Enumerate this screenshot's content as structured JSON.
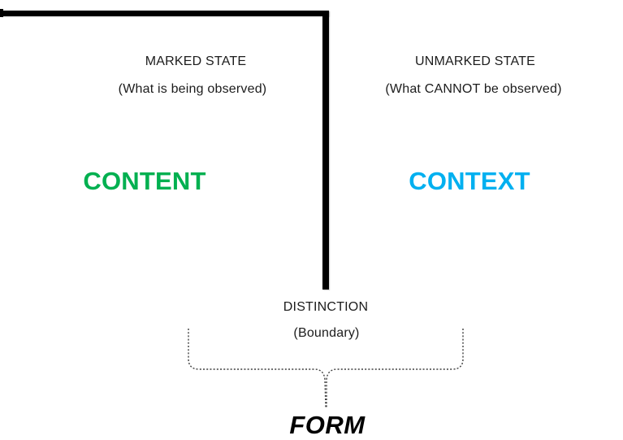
{
  "colors": {
    "content_keyword": "#00B050",
    "context_keyword": "#00B0F0",
    "mark": "#000000",
    "brace": "#3f3f3f"
  },
  "marked_side": {
    "title": "MARKED STATE",
    "subtitle": "(What is being observed)",
    "keyword": "CONTENT"
  },
  "unmarked_side": {
    "title": "UNMARKED STATE",
    "subtitle": "(What CANNOT be observed)",
    "keyword": "CONTEXT"
  },
  "distinction": {
    "title": "DISTINCTION",
    "subtitle": "(Boundary)"
  },
  "form": {
    "label": "FORM"
  }
}
